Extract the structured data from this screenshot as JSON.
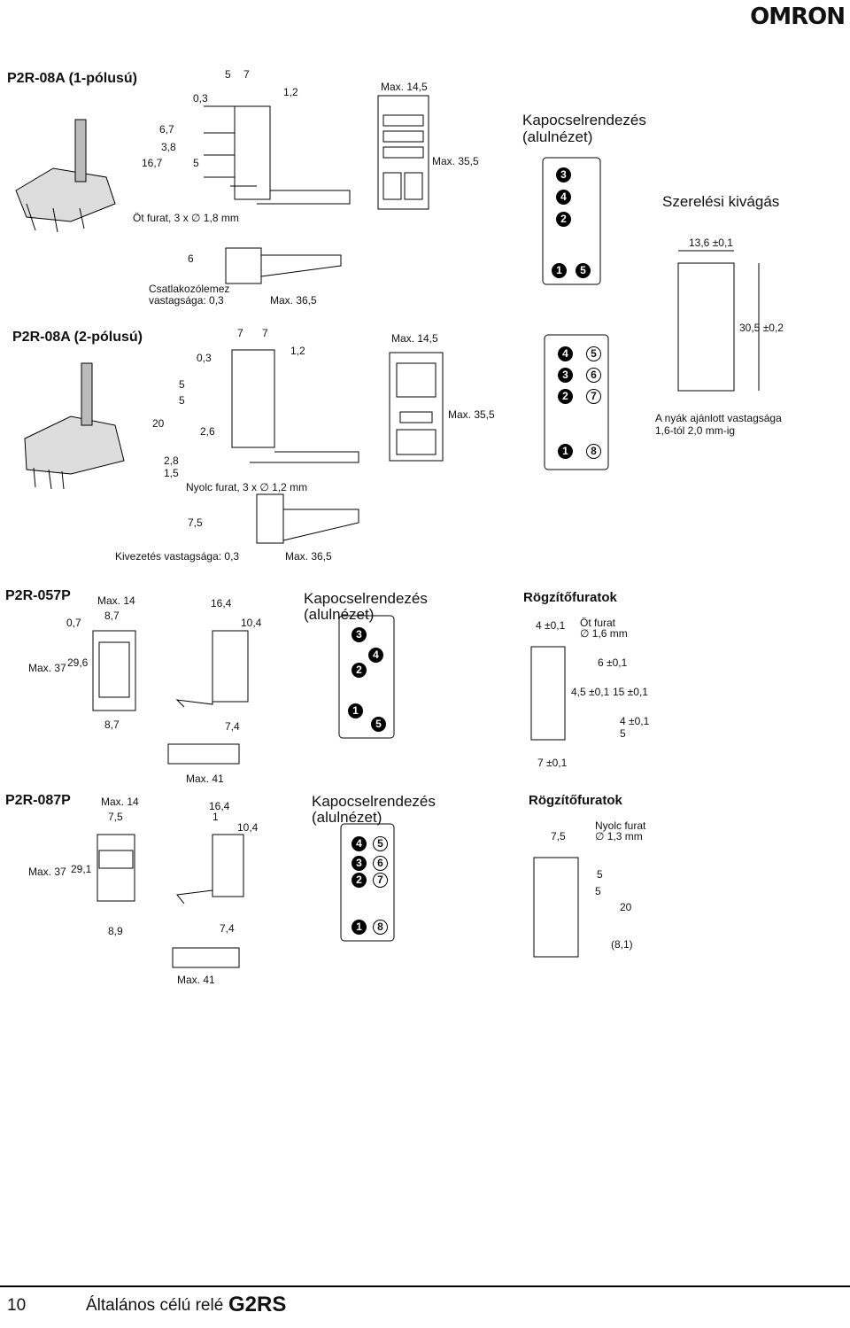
{
  "brand": "OMRON",
  "s1": {
    "title": "P2R-08A (1-pólusú)",
    "d1": "0,3",
    "d2": "5",
    "d3": "7",
    "d4": "1,2",
    "d5": "6,7",
    "d6": "3,8",
    "d7": "16,7",
    "d8": "5",
    "holes": "Öt furat, 3 x ∅ 1,8 mm",
    "max145": "Max. 14,5",
    "max355": "Max. 35,5",
    "d9": "6",
    "plate1": "Csatlakozólemez",
    "plate2": "vastagsága: 0,3",
    "max365": "Max. 36,5",
    "layout1": "Kapocselrendezés",
    "layout2": "(alulnézet)",
    "pins": [
      "3",
      "4",
      "2",
      "1",
      "5"
    ]
  },
  "cutout": {
    "title": "Szerelési kivágás",
    "w": "13,6 ±0,1",
    "h": "30,5 ±0,2",
    "note1": "A nyák ajánlott vastagsága",
    "note2": "1,6-tól 2,0 mm-ig"
  },
  "s2": {
    "title": "P2R-08A (2-pólusú)",
    "d1": "7",
    "d2": "7",
    "d3": "1,2",
    "d4": "0,3",
    "d5": "5",
    "d6": "5",
    "d7": "20",
    "d8": "2,6",
    "d9": "2,8",
    "d10": "1,5",
    "holes": "Nyolc furat, 3 x ∅ 1,2 mm",
    "max145": "Max. 14,5",
    "max355": "Max. 35,5",
    "d11": "7,5",
    "lead": "Kivezetés vastagsága: 0,3",
    "max365": "Max. 36,5",
    "pins": [
      "4",
      "5",
      "3",
      "6",
      "2",
      "7",
      "1",
      "8"
    ]
  },
  "s3": {
    "title": "P2R-057P",
    "max14": "Max. 14",
    "d1": "8,7",
    "d2": "0,7",
    "max37": "Max. 37",
    "d3": "29,6",
    "d4": "8,7",
    "d5": "16,4",
    "d6": "10,4",
    "d7": "7,4",
    "max41": "Max. 41",
    "layout1": "Kapocselrendezés",
    "layout2": "(alulnézet)",
    "pins": [
      "3",
      "4",
      "2",
      "1",
      "5"
    ],
    "holesTitle": "Rögzítőfuratok",
    "h1": "4 ±0,1",
    "h2": "Öt furat",
    "h3": "∅ 1,6 mm",
    "h4": "6 ±0,1",
    "h5": "4,5 ±0,1",
    "h6": "15 ±0,1",
    "h7": "4 ±0,1",
    "h8": "5",
    "h9": "7 ±0,1"
  },
  "s4": {
    "title": "P2R-087P",
    "max14": "Max. 14",
    "d1": "7,5",
    "max37": "Max. 37",
    "d2": "29,1",
    "d3": "8,9",
    "d4": "16,4",
    "d5": "1",
    "d6": "10,4",
    "d7": "7,4",
    "max41": "Max. 41",
    "layout1": "Kapocselrendezés",
    "layout2": "(alulnézet)",
    "pins": [
      "4",
      "5",
      "3",
      "6",
      "2",
      "7",
      "1",
      "8"
    ],
    "holesTitle": "Rögzítőfuratok",
    "h1": "7,5",
    "h2": "Nyolc furat",
    "h3": "∅ 1,3 mm",
    "h4": "5",
    "h5": "5",
    "h6": "20",
    "h7": "(8,1)"
  },
  "footer": {
    "page": "10",
    "text": "Általános célú relé",
    "model": "G2RS"
  }
}
